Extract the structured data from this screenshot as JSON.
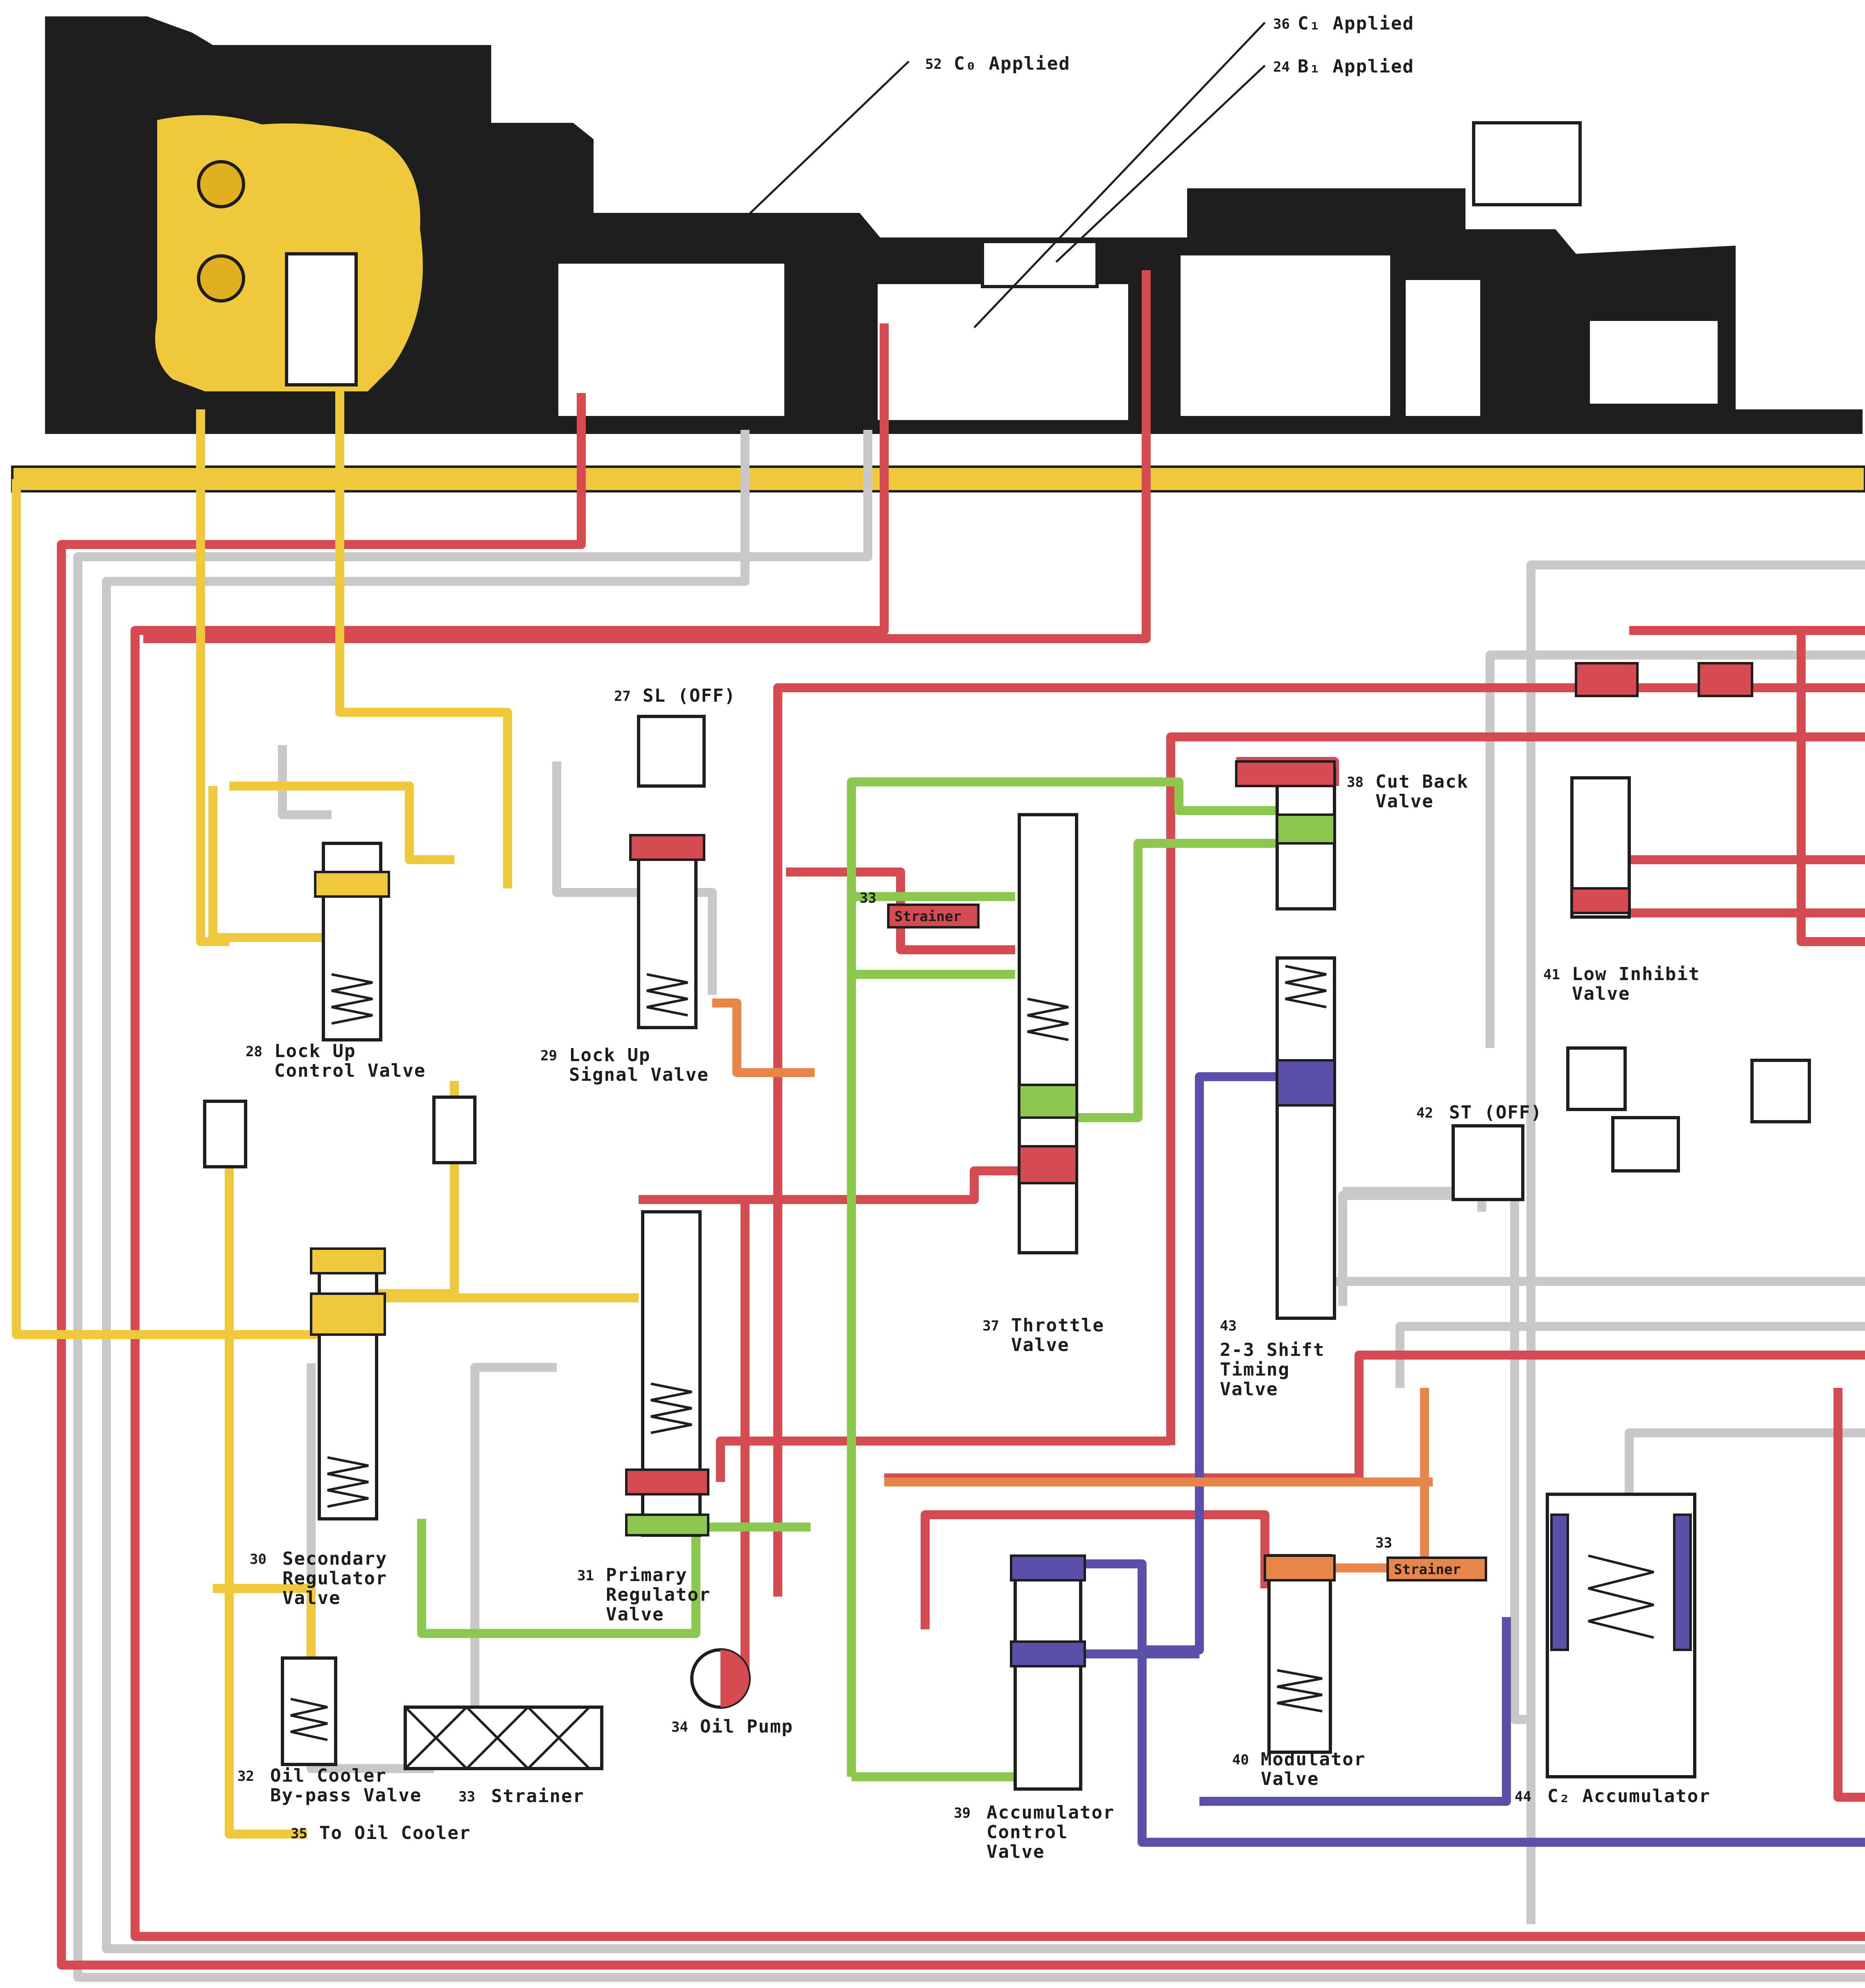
{
  "colors": {
    "line_pressure": "#d64a52",
    "converter_lube": "#f0c83c",
    "throttle_pressure": "#8cc850",
    "modulator_pressure": "#5a50aa",
    "governor_pressure": "#e8864a",
    "drain_line": "#c8c8c8",
    "housing": "#1e1e1e",
    "strainer_fill": "#ffffff"
  },
  "applied_labels": {
    "c1": {
      "num": "36",
      "text": "C₁ Applied"
    },
    "b1": {
      "num": "24",
      "text": "B₁ Applied"
    },
    "c0": {
      "num": "52",
      "text": "C₀ Applied"
    }
  },
  "valves": {
    "sl": {
      "num": "27",
      "text": "SL (OFF)"
    },
    "lockup_control": {
      "num": "28",
      "line1": "Lock Up",
      "line2": "Control Valve"
    },
    "lockup_signal": {
      "num": "29",
      "line1": "Lock Up",
      "line2": "Signal Valve"
    },
    "secondary_regulator": {
      "num": "30",
      "line1": "Secondary",
      "line2": "Regulator",
      "line3": "Valve"
    },
    "primary_regulator": {
      "num": "31",
      "line1": "Primary",
      "line2": "Regulator",
      "line3": "Valve"
    },
    "oil_cooler_bypass": {
      "num": "32",
      "line1": "Oil Cooler",
      "line2": "By-pass Valve"
    },
    "strainer": {
      "num": "33",
      "text": "Strainer"
    },
    "oil_pump": {
      "num": "34",
      "text": "Oil Pump"
    },
    "to_oil_cooler": {
      "num": "35",
      "text": "To Oil Cooler"
    },
    "throttle": {
      "num": "37",
      "line1": "Throttle",
      "line2": "Valve"
    },
    "cut_back": {
      "num": "38",
      "line1": "Cut Back",
      "line2": "Valve"
    },
    "accumulator_control": {
      "num": "39",
      "line1": "Accumulator",
      "line2": "Control",
      "line3": "Valve"
    },
    "modulator": {
      "num": "40",
      "line1": "Modulator",
      "line2": "Valve"
    },
    "low_inhibit": {
      "num": "41",
      "line1": "Low Inhibit",
      "line2": "Valve"
    },
    "st": {
      "num": "42",
      "text": "ST (OFF)"
    },
    "shift_timing": {
      "num": "43",
      "line1": "2-3 Shift",
      "line2": "Timing",
      "line3": "Valve"
    },
    "c2_accumulator": {
      "num": "44",
      "text": "C₂ Accumulator"
    }
  },
  "inline_strainers": {
    "a": {
      "num": "33",
      "text": "Strainer"
    },
    "b": {
      "num": "33",
      "text": "Strainer"
    }
  }
}
